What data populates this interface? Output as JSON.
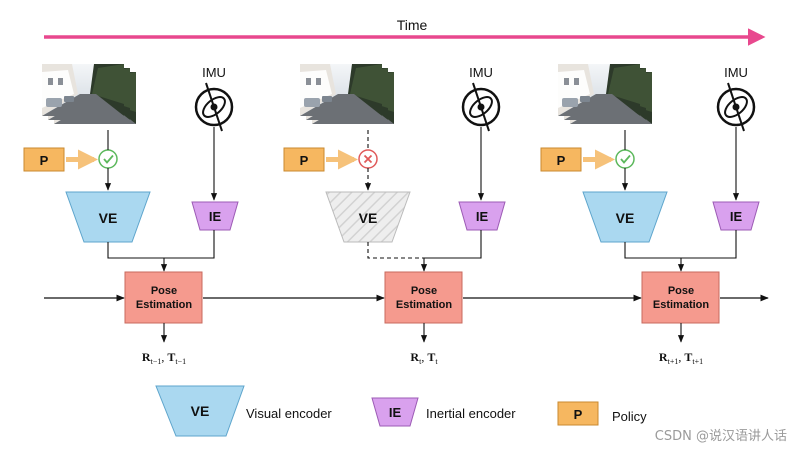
{
  "time_label": "Time",
  "imu_label": "IMU",
  "ve_label": "VE",
  "ie_label": "IE",
  "policy_label": "P",
  "pose_line1": "Pose",
  "pose_line2": "Estimation",
  "outputs": [
    {
      "R": "R",
      "R_sub": "t−1",
      "sep": ", ",
      "T": "T",
      "T_sub": "t−1"
    },
    {
      "R": "R",
      "R_sub": "t",
      "sep": ", ",
      "T": "T",
      "T_sub": "t"
    },
    {
      "R": "R",
      "R_sub": "t+1",
      "sep": ", ",
      "T": "T",
      "T_sub": "t+1"
    }
  ],
  "legend": {
    "visual_encoder": "Visual encoder",
    "inertial_encoder": "Inertial encoder",
    "policy": "Policy"
  },
  "watermark": "CSDN @说汉语讲人话",
  "colors": {
    "time_arrow": "#e8488e",
    "policy_fill": "#f6b760",
    "policy_arrow": "#f6c27a",
    "ve_fill": "#aad8f0",
    "ie_fill": "#d9a1ee",
    "pose_fill": "#f59a8e",
    "check": "#5cb85c",
    "cross": "#e05a5a",
    "disabled": "#cccccc"
  },
  "icons": [
    "camera-frames-image",
    "imu-sensor-icon",
    "check-icon",
    "cross-icon"
  ]
}
